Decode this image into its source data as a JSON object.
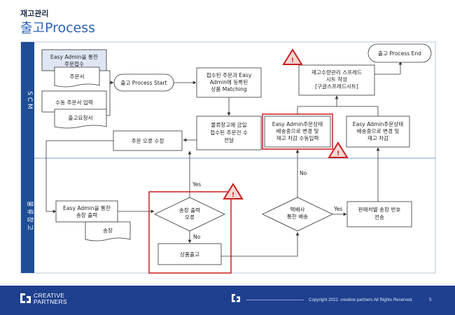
{
  "header": {
    "subtitle": "재고관리",
    "title": "출고Process"
  },
  "lanes": {
    "scm": "S C M",
    "warehouse": "물 류 창 고"
  },
  "nodes": {
    "easy_admin_order": [
      "Easy Admin을 통한",
      "주문접수"
    ],
    "order_doc": "주문서",
    "manual_order": "수동 주문서 입력",
    "shipping_request": "출고요청서",
    "start": "출고 Process Start",
    "matching": [
      "접수된 주문과 Easy",
      "Admin에 등록된",
      "상품 Matching"
    ],
    "warehouse_transfer": [
      "물류창고에 금일",
      "접수된 주문건 수",
      "전달"
    ],
    "order_error_fix": "주문 오류 수정",
    "inventory_sheet": [
      "재고수량관리 스프레드",
      "시트 작성",
      "[구글스프레드시트]"
    ],
    "end": "출고 Process End",
    "status_manual": [
      "Easy Admin주문상태",
      "배송중으로 변경 및",
      "재고 차감 수동입력"
    ],
    "status_auto": [
      "Easy Admin주문상태",
      "배송중으로 변경 및",
      "재고 차감"
    ],
    "invoice_print": [
      "Easy Admin을 통한",
      "송장 출력"
    ],
    "invoice_doc": "송장",
    "decision_print_error": [
      "송장 출력",
      "오류"
    ],
    "ship_out": "상품출고",
    "decision_courier": [
      "택배사",
      "통한 배송"
    ],
    "invoice_transfer": [
      "판매처별 송장 번호",
      "전송"
    ]
  },
  "edge_labels": {
    "yes_1": "Yes",
    "no_1": "No",
    "no_2": "No",
    "yes_2": "Yes"
  },
  "warning_mark": "!",
  "footer": {
    "logo_line1": "CREATIVE",
    "logo_line2": "PARTNERS",
    "copyright": "Copyright 2022. creative partners All Rights Reserved.",
    "page": "5"
  },
  "colors": {
    "lane_bar": "#1f4e96",
    "footer": "#1f3f8f",
    "highlight": "#cc1f1f",
    "warning": "#c8201f"
  }
}
